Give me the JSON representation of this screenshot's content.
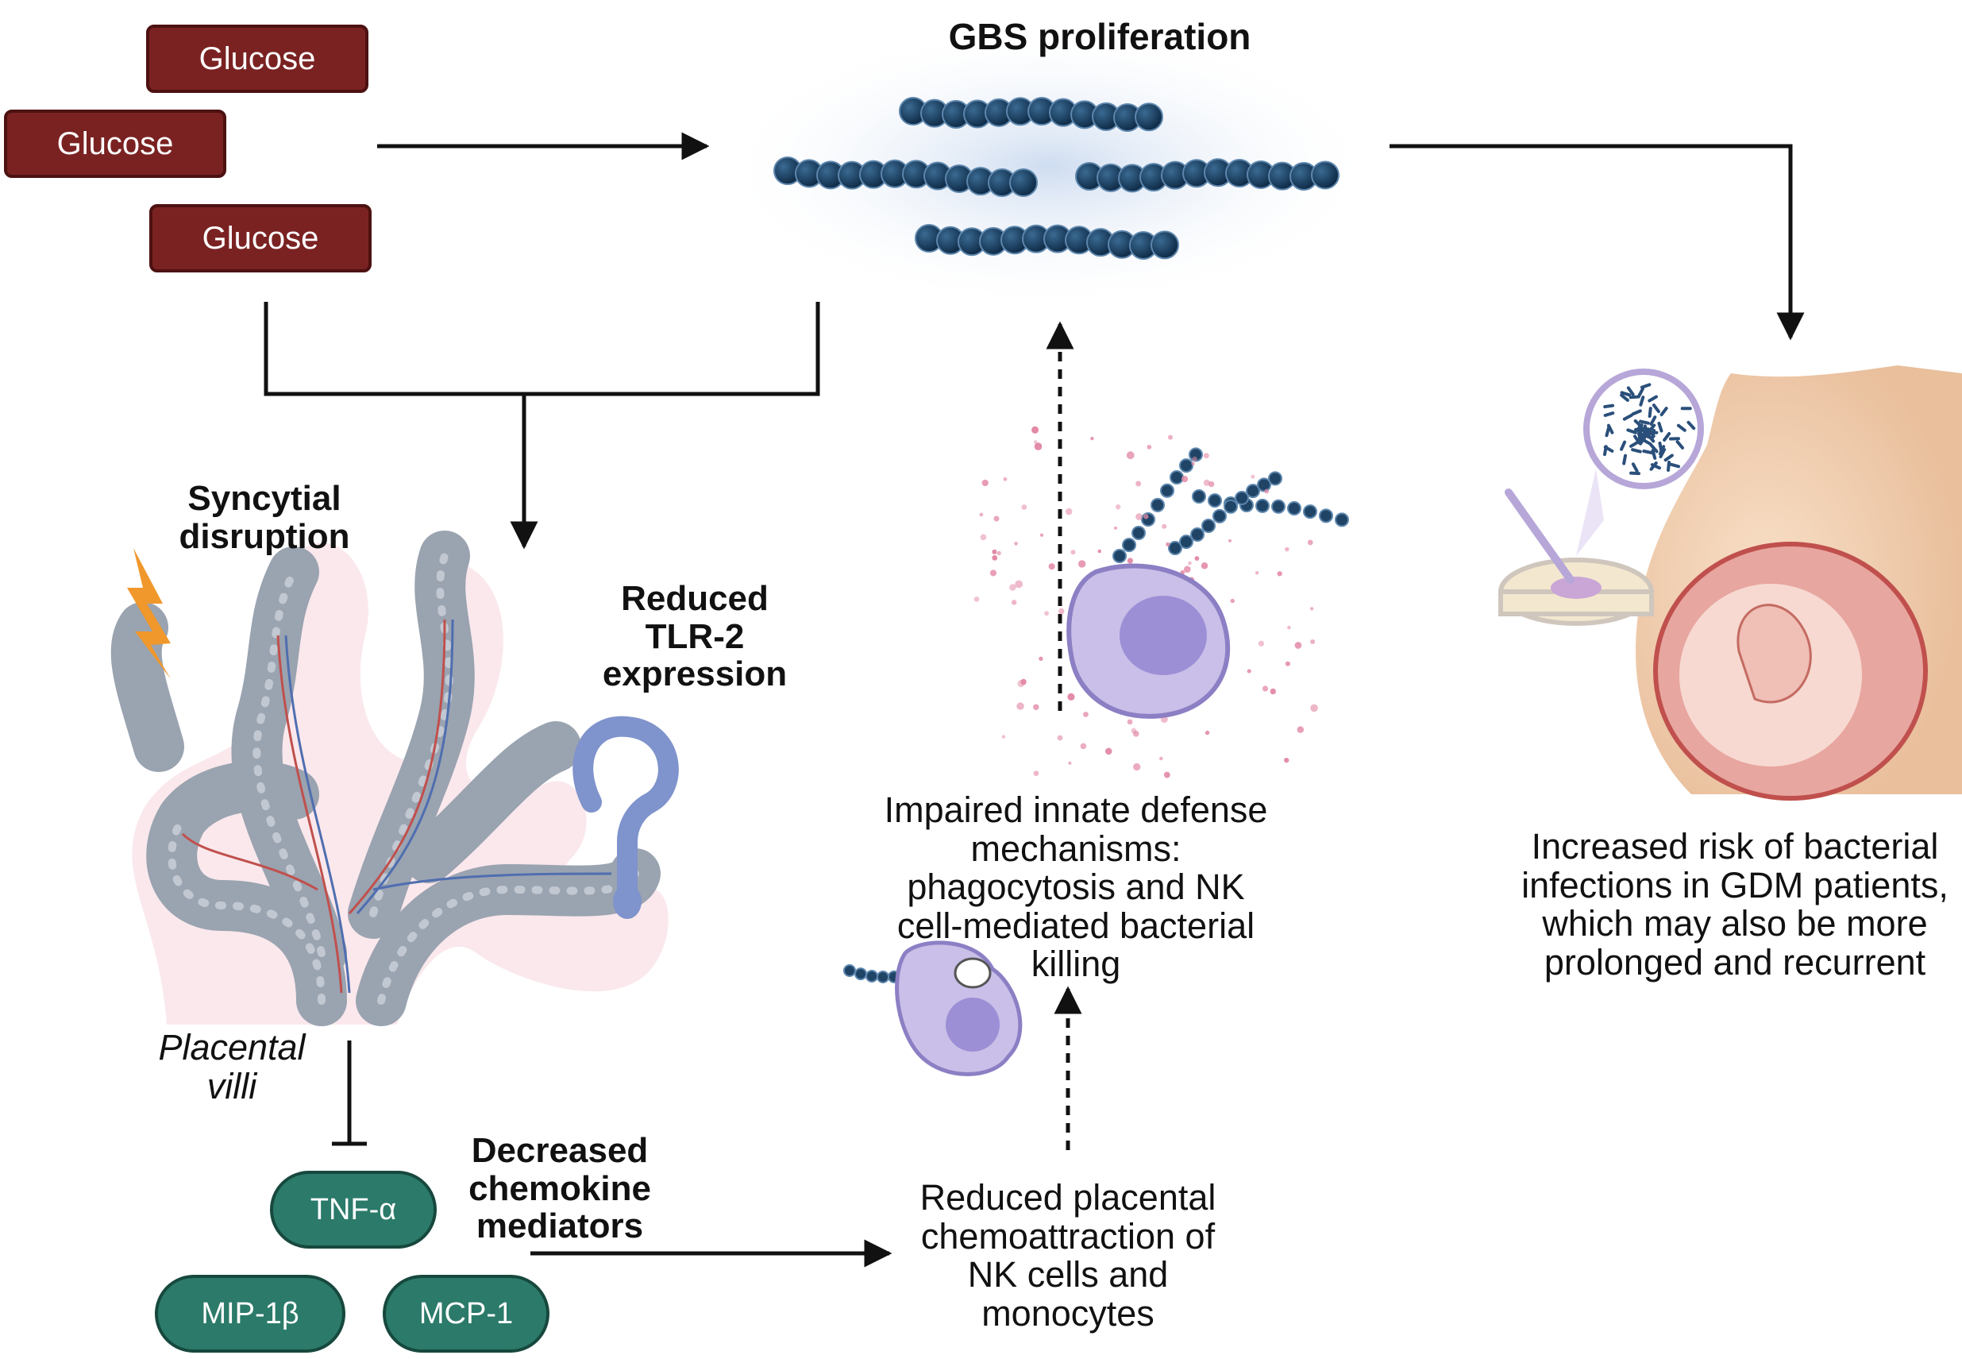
{
  "glucose_boxes": [
    "Glucose",
    "Glucose",
    "Glucose"
  ],
  "gbs_title": "GBS proliferation",
  "syncytial_label": "Syncytial disruption",
  "tlr2_label": "Reduced TLR-2 expression",
  "villi_caption": "Placental villi",
  "chemokine_title": "Decreased chemokine mediators",
  "chemokines": [
    "TNF-α",
    "MIP-1β",
    "MCP-1"
  ],
  "chemoattraction_text": "Reduced placental chemoattraction of NK cells and monocytes",
  "innate_defense_text": "Impaired innate defense mechanisms: phagocytosis and NK cell-mediated bacterial killing",
  "infection_risk_text": "Increased risk of bacterial infections in GDM patients, which may also be more prolonged and recurrent",
  "colors": {
    "glucose": "#7a2222",
    "chemokine": "#2b7a6a",
    "bacteria": "#1f4466",
    "villi": "#9aa3b0",
    "tlr2": "#7f93cc",
    "immune_cell": "#b9acdf",
    "skin": "#f3d2b6"
  }
}
